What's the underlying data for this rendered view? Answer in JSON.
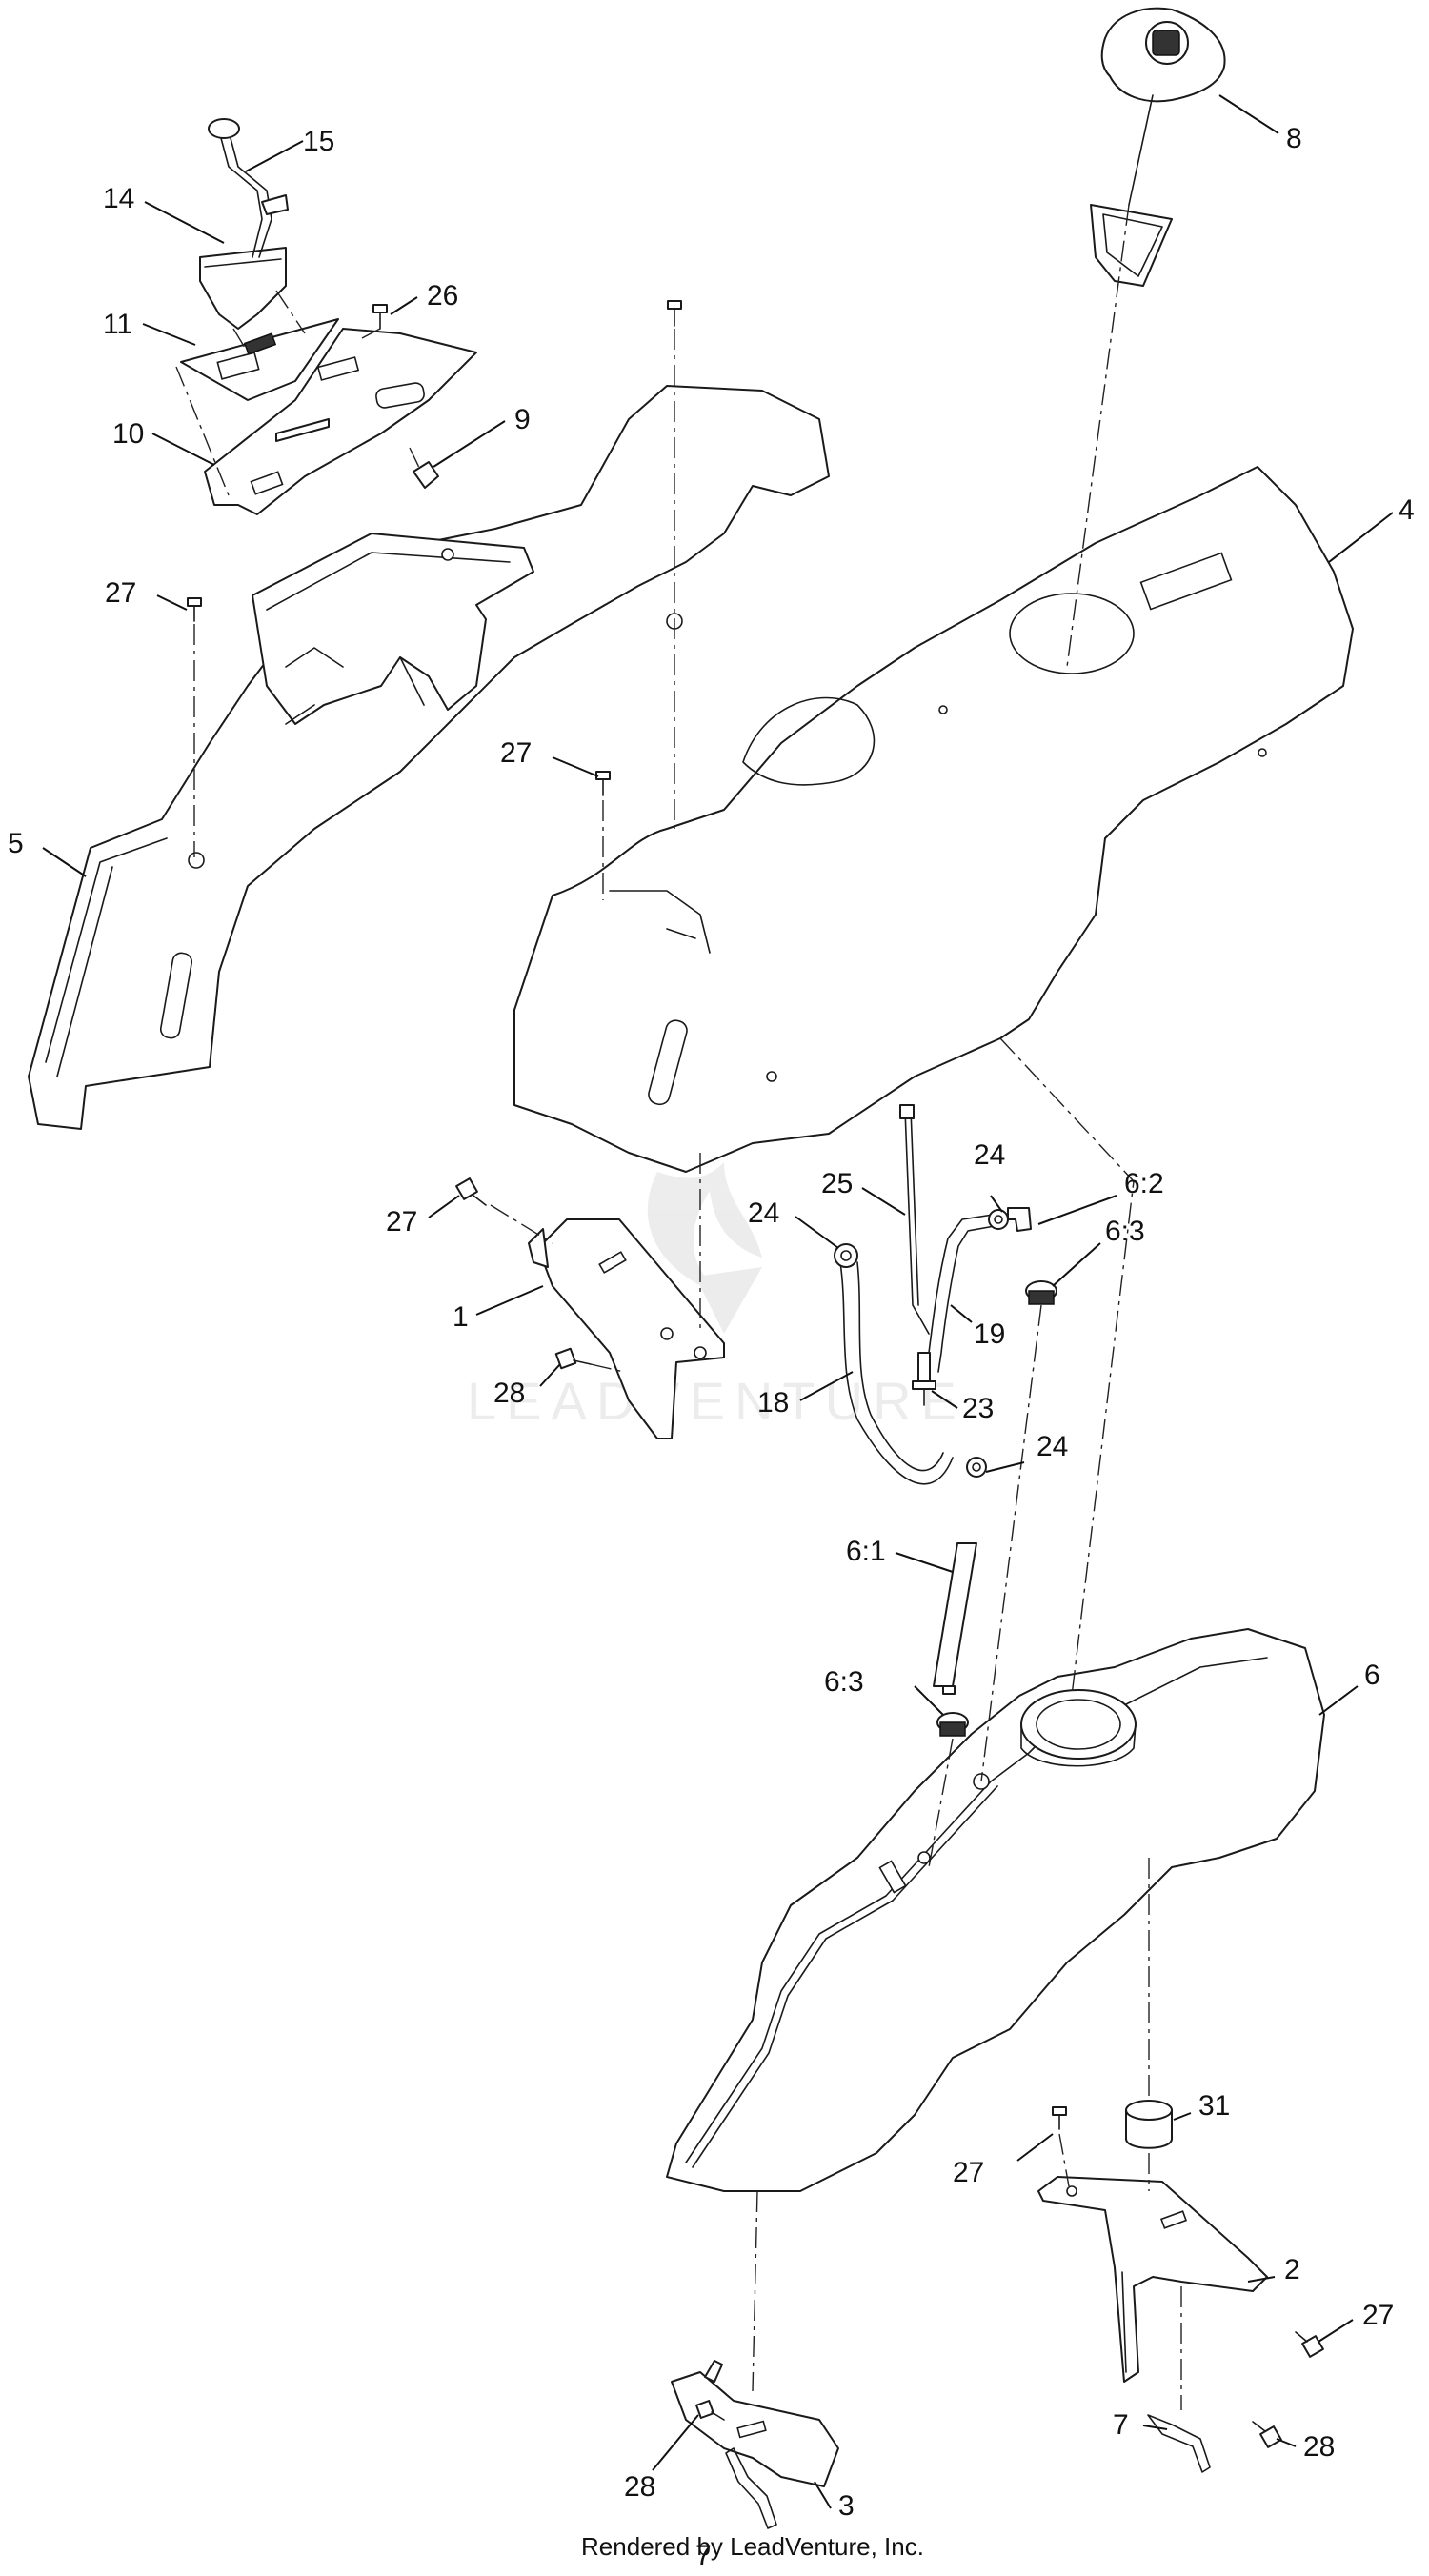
{
  "watermark": "LEADVENTURE",
  "footer": "Rendered by LeadVenture, Inc.",
  "callouts": [
    "1",
    "2",
    "3",
    "4",
    "5",
    "6",
    "6:1",
    "6:2",
    "6:3",
    "7",
    "8",
    "9",
    "10",
    "11",
    "14",
    "15",
    "18",
    "19",
    "23",
    "24",
    "25",
    "26",
    "27",
    "28",
    "31"
  ],
  "labels": {
    "c15": "15",
    "c14": "14",
    "c26": "26",
    "c11": "11",
    "c10": "10",
    "c9": "9",
    "c8": "8",
    "c4": "4",
    "c27a": "27",
    "c5": "5",
    "c27b": "27",
    "c27c": "27",
    "c1": "1",
    "c28a": "28",
    "c25": "25",
    "c24a": "24",
    "c24b": "24",
    "c62": "6:2",
    "c63a": "6:3",
    "c19": "19",
    "c18": "18",
    "c23": "23",
    "c24c": "24",
    "c61": "6:1",
    "c63b": "6:3",
    "c6": "6",
    "c31": "31",
    "c27d": "27",
    "c2": "2",
    "c27e": "27",
    "c7a": "7",
    "c28b": "28",
    "c28c": "28",
    "c3": "3",
    "c7b": "7"
  },
  "colors": {
    "line": "#1a1a1a",
    "background": "#ffffff"
  }
}
